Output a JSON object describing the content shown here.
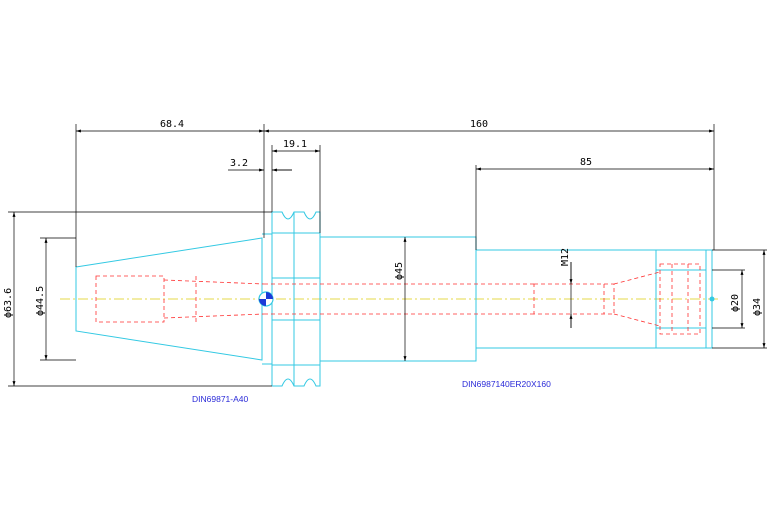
{
  "drawing": {
    "dimensions": {
      "taper_length": "68.4",
      "overall_length": "160",
      "flange_width": "19.1",
      "flange_offset": "3.2",
      "nose_length": "85",
      "dia_flange": "ϕ63.6",
      "dia_taper": "ϕ44.5",
      "dia_body": "ϕ45",
      "thread": "M12",
      "dia_bore": "ϕ20",
      "dia_nose": "ϕ34"
    },
    "labels": {
      "standard_holder": "DIN69871-A40",
      "standard_collet": "DIN6987140ER20X160"
    },
    "colors": {
      "outline": "#33c9e3",
      "hidden": "#ff3030",
      "centerline": "#e6d84a",
      "dimension": "#000000",
      "label": "#2a2ad8"
    }
  }
}
